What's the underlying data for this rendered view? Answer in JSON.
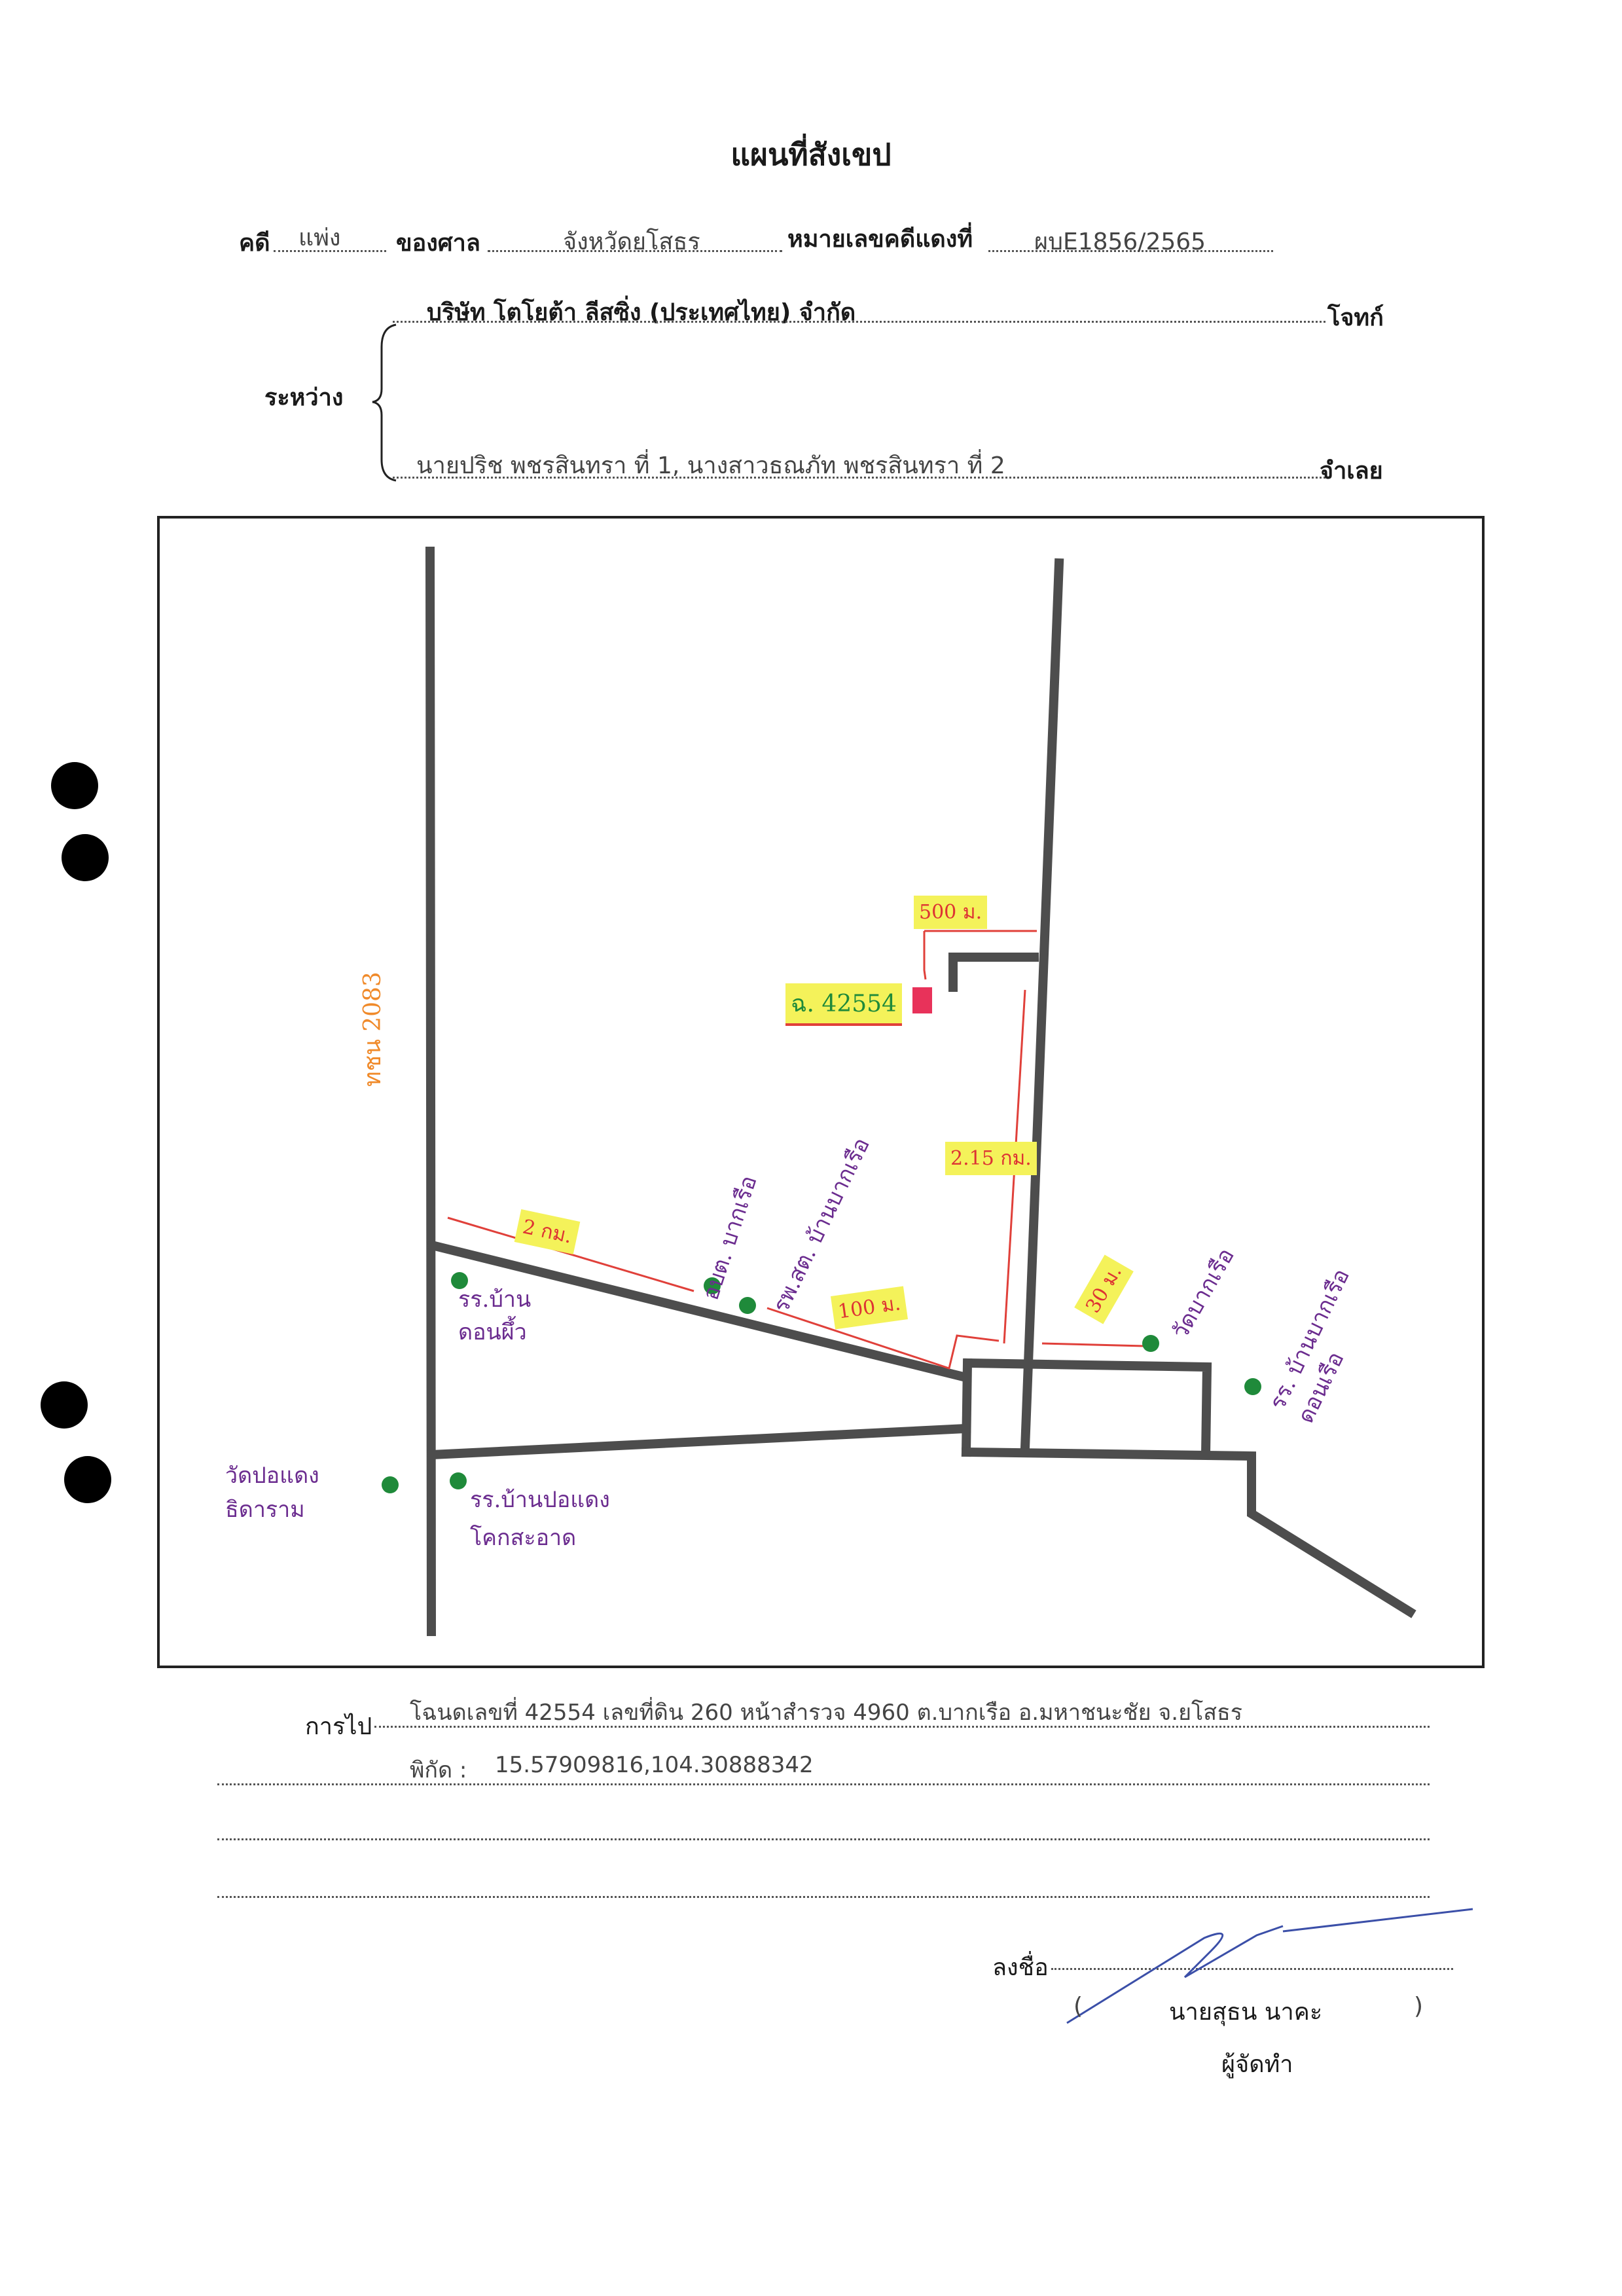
{
  "header": {
    "title": "แผนที่สังเขป",
    "case_label": "คดี",
    "case_type": "แพ่ง",
    "court_label": "ของศาล",
    "court_name": "จังหวัดยโสธร",
    "case_no_label": "หมายเลขคดีแดงที่",
    "case_no": "ผบE1856/2565",
    "plaintiff": "บริษัท โตโยต้า ลีสซิ่ง (ประเทศไทย) จำกัด",
    "plaintiff_label": "โจทก์",
    "between_label": "ระหว่าง",
    "defendant": "นายปริช พชรสินทรา ที่ 1, นางสาวธณภัท พชรสินทรา ที่ 2",
    "defendant_label": "จำเลย"
  },
  "map": {
    "road_label": "ทชน 2083",
    "parcel_label": "ฉ. 42554",
    "dist_top": "500 ม.",
    "dist_vertical": "2.15 กม.",
    "dist_left": "2 กม.",
    "dist_middle": "100 ม.",
    "dist_right": "30 ม.",
    "landmarks": {
      "school_donpew": [
        "รร.บ้าน",
        "ดอนผึ้ว"
      ],
      "obt": "อบต. บากเรือ",
      "health": "รพ.สต. บ้านบากเรือ",
      "wat_bakruea": "วัดบากเรือ",
      "school_donruea": [
        "รร. บ้านบากเรือ",
        "ดอนเรือ"
      ],
      "wat_podaeng": [
        "วัดปอแดง",
        "ธิดาราม"
      ],
      "school_podaeng": [
        "รร.บ้านปอแดง",
        "โคกสะอาด"
      ]
    },
    "colors": {
      "road": "#4d4d4d",
      "landmark_dot": "#1f8a3a",
      "landmark_text": "#6b2c8f",
      "measure": "#e0403a",
      "highlight": "#f4f25a",
      "road_label": "#f08a2a"
    }
  },
  "footer": {
    "direction_label": "การไป",
    "direction_text": "โฉนดเลขที่ 42554 เลขที่ดิน 260 หน้าสำรวจ 4960 ต.บากเรือ อ.มหาชนะชัย จ.ยโสธร",
    "coords_label": "พิกัด :",
    "coords_value": "15.57909816,104.30888342",
    "sign_label": "ลงชื่อ",
    "name_open": "(",
    "signer_name": "นายสุธน นาคะ",
    "name_close": ")",
    "role": "ผู้จัดทำ"
  }
}
